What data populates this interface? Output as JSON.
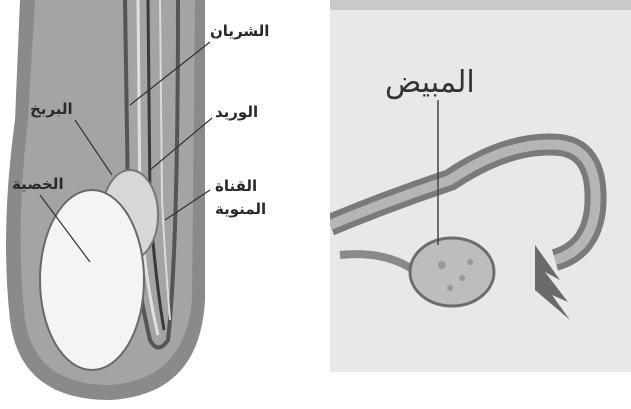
{
  "left_diagram": {
    "labels": {
      "artery": "الشريان",
      "vein": "الوريد",
      "epididymis": "البربخ",
      "vas_deferens_line1": "القناة",
      "vas_deferens_line2": "المنوية",
      "testis": "الخصية"
    }
  },
  "right_diagram": {
    "labels": {
      "ovary": "المبيض"
    }
  }
}
